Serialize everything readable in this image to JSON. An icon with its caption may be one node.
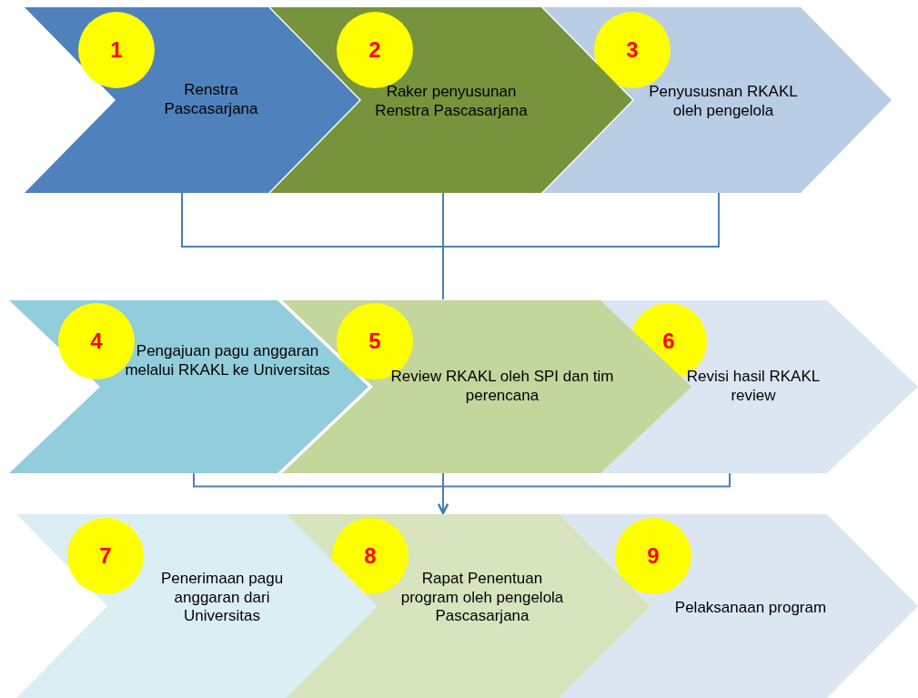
{
  "diagram": {
    "nodes": [
      {
        "text": [
          "1",
          "Renstra Pascasarjana"
        ]
      },
      {
        "text": [
          "2",
          "Raker penyusunan Renstra Pascasarjana"
        ]
      },
      {
        "text": [
          "3",
          "Penyususnan RKAKL oleh pengelola"
        ]
      },
      {
        "text": [
          "4",
          "Pengajuan pagu anggaran melalui RKAKL ke Universitas"
        ]
      },
      {
        "text": [
          "5",
          "Review RKAKL oleh SPI dan tim perencana"
        ]
      },
      {
        "text": [
          "6",
          "Revisi hasil RKAKL review"
        ]
      },
      {
        "text": [
          "7",
          "Penerimaan pagu anggaran dari Universitas"
        ]
      },
      {
        "text": [
          "8",
          "Rapat Penentuan program oleh pengelola Pascasarjana"
        ]
      },
      {
        "text": [
          "9",
          "Pelaksanaan program"
        ]
      }
    ],
    "edges": [
      {
        "from": 0,
        "to": 4,
        "arrow": "none"
      },
      {
        "from": 1,
        "to": 4,
        "arrow": "none"
      },
      {
        "from": 2,
        "to": 4,
        "arrow": "none"
      },
      {
        "from": 3,
        "to": 7,
        "arrow": "to"
      },
      {
        "from": 4,
        "to": 7,
        "arrow": "to"
      },
      {
        "from": 5,
        "to": 7,
        "arrow": "to"
      }
    ]
  }
}
